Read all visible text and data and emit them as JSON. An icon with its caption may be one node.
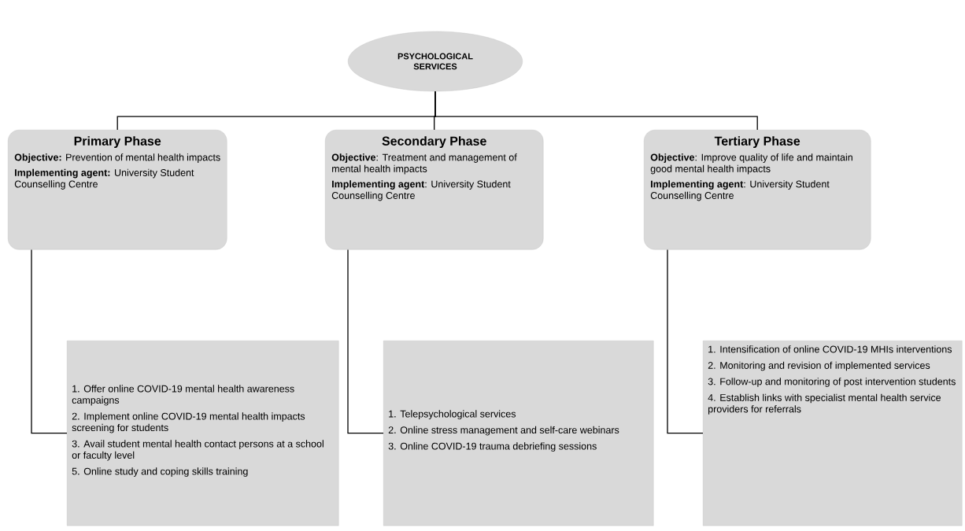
{
  "diagram": {
    "nodes": [
      {
        "text": [
          "PSYCHOLOGICAL SERVICES"
        ]
      },
      {
        "text": [
          "Primary Phase",
          "**Objective:** Prevention of mental health impacts",
          "**Implementing agent:** University Student Counselling Centre"
        ]
      },
      {
        "text": [
          "Secondary  Phase",
          "**Objective**: Treatment and management of mental health impacts",
          "**Implementing agent**: University Student Counselling  Centre"
        ]
      },
      {
        "text": [
          "Tertiary Phase",
          "**Objective**: Improve quality of life and maintain good mental health impacts",
          "**Implementing agent**: University Student Counselling Centre"
        ]
      },
      {
        "text": [
          "1. Offer online COVID-19 mental health awareness campaigns",
          "2. Implement online COVID-19 mental health impacts screening for students",
          "3. Avail student mental health contact persons at a school or faculty level",
          "5. Online study and coping skills training"
        ]
      },
      {
        "text": [
          "1. Telepsychological services",
          "2. Online stress management and self-care webinars",
          "3. Online COVID-19 trauma debriefing sessions"
        ]
      },
      {
        "text": [
          "1. Intensification of online COVID-19 MHIs interventions",
          "2. Monitoring and revision of implemented services",
          "3. Follow-up and monitoring of post intervention students",
          "4. Establish links with specialist mental health service providers for referrals"
        ]
      }
    ],
    "edges": [
      {
        "from": 0,
        "to": 1,
        "arrow": "none"
      },
      {
        "from": 0,
        "to": 2,
        "arrow": "none"
      },
      {
        "from": 0,
        "to": 3,
        "arrow": "none"
      },
      {
        "from": 1,
        "to": 4,
        "arrow": "none"
      },
      {
        "from": 2,
        "to": 5,
        "arrow": "none"
      },
      {
        "from": 3,
        "to": 6,
        "arrow": "none"
      }
    ]
  }
}
